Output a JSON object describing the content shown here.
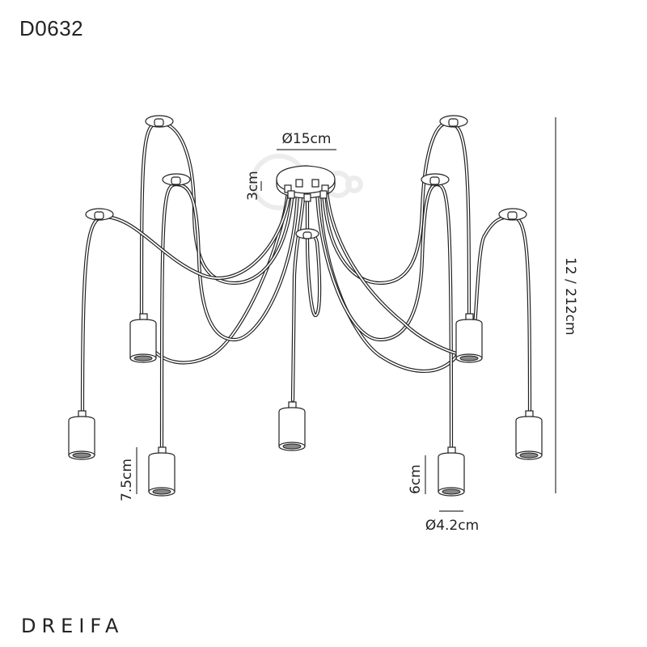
{
  "product": {
    "code": "D0632",
    "brand": "DREIFA"
  },
  "dimensions": {
    "canopy_diameter": "Ø15cm",
    "canopy_height": "3cm",
    "overall_height": "12 / 212cm",
    "shade_height_large": "7.5cm",
    "shade_height_small": "6cm",
    "shade_diameter": "Ø4.2cm"
  },
  "drawing": {
    "pendant_count": 7,
    "ceiling_hooks": 7,
    "line_color": "#222222",
    "background": "#ffffff"
  }
}
